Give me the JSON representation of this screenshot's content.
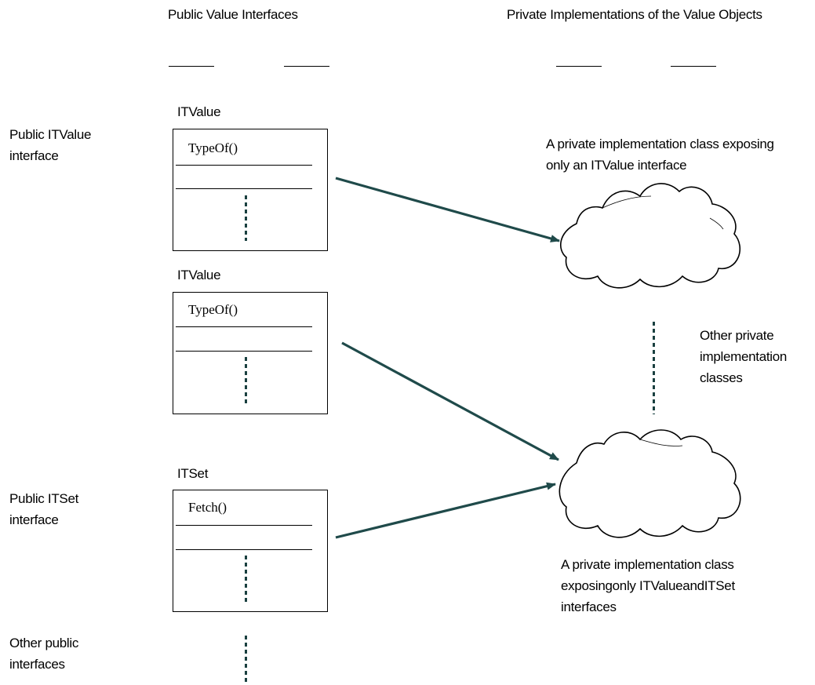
{
  "headers": {
    "public": "Public Value Interfaces",
    "private": "Private Implementations of the Value Objects"
  },
  "left_labels": {
    "public_itvalue": "Public ITValue\ninterface",
    "public_itset": "Public ITSet\ninterface",
    "other_public": "Other public\ninterfaces"
  },
  "interfaces": [
    {
      "title": "ITValue",
      "method": "TypeOf()"
    },
    {
      "title": "ITValue",
      "method": "TypeOf()"
    },
    {
      "title": "ITSet",
      "method": "Fetch()"
    }
  ],
  "private_labels": {
    "top": "A private implementation class exposing\nonly an ITValue interface",
    "middle": "Other private\nimplementation\nclasses",
    "bottom": "A private implementation class\nexposingonly ITValueandITSet\ninterfaces"
  },
  "colors": {
    "arrow": "#1f4a4a",
    "dots": "#1a4040",
    "line": "#000000"
  }
}
